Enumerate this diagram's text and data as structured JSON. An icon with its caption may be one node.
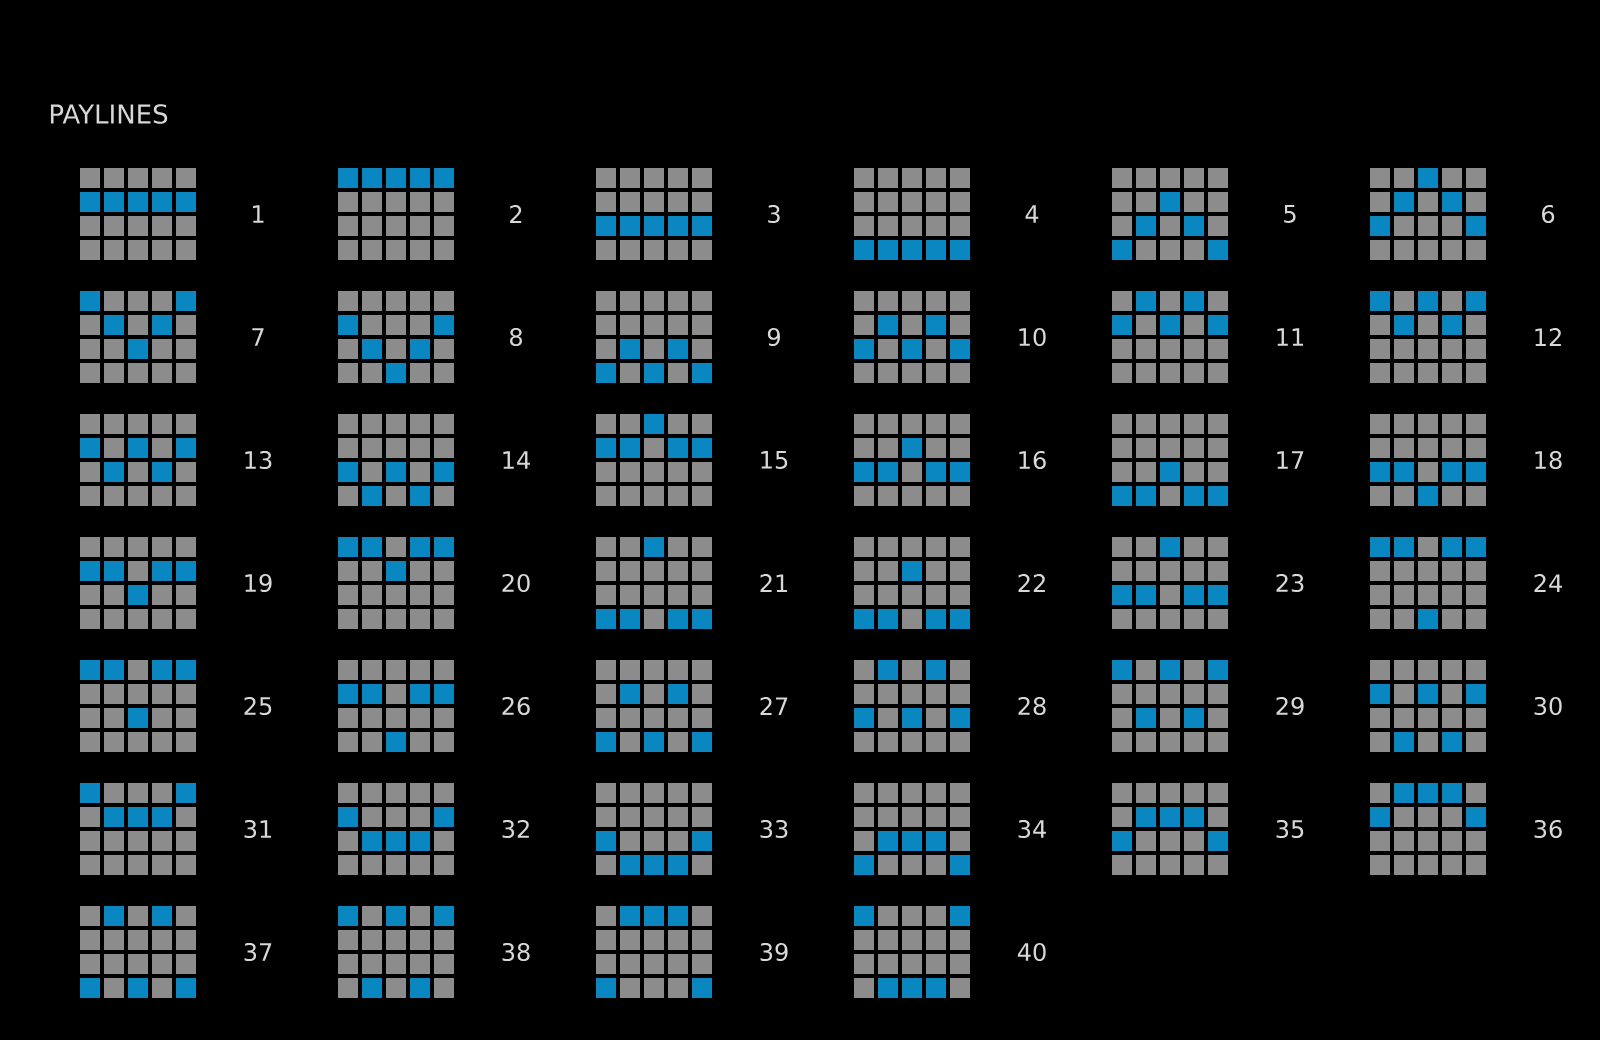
{
  "diagram": {
    "title": "PAYLINES",
    "labels": [
      "1",
      "2",
      "3",
      "4",
      "5",
      "6",
      "7",
      "8",
      "9",
      "10",
      "11",
      "12",
      "13",
      "14",
      "15",
      "16",
      "17",
      "18",
      "19",
      "20",
      "21",
      "22",
      "23",
      "24",
      "25",
      "26",
      "27",
      "28",
      "29",
      "30",
      "31",
      "32",
      "33",
      "34",
      "35",
      "36",
      "37",
      "38",
      "39",
      "40"
    ]
  }
}
